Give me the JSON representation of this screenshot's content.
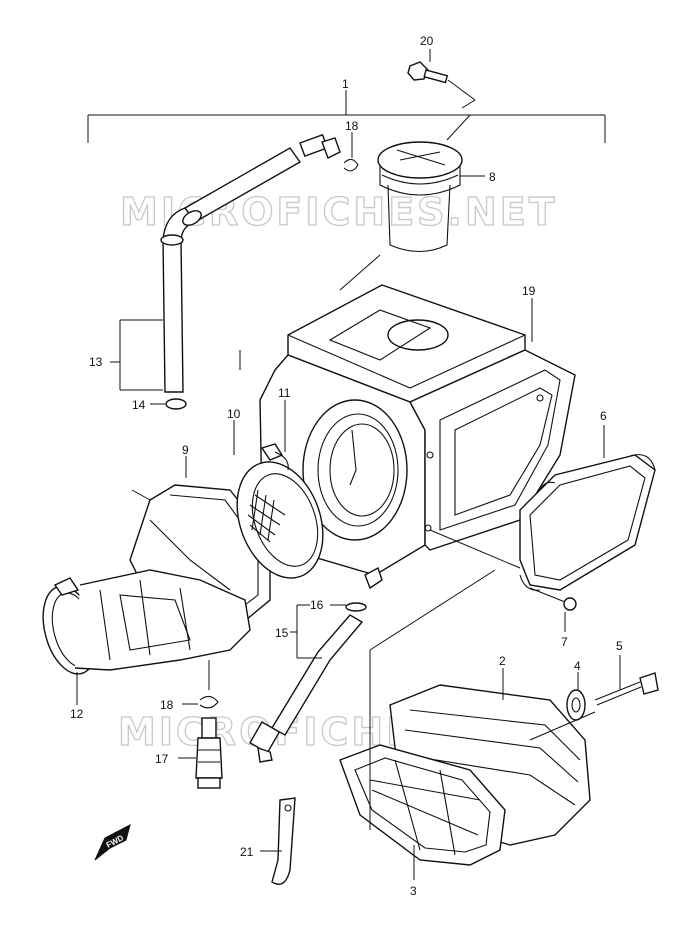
{
  "watermark": {
    "text": "MICROFICHES.NET"
  },
  "fwd_label": "FWD",
  "callouts": {
    "c1": "1",
    "c2": "2",
    "c3": "3",
    "c4": "4",
    "c5": "5",
    "c6": "6",
    "c7": "7",
    "c8": "8",
    "c9": "9",
    "c10": "10",
    "c11": "11",
    "c12": "12",
    "c13": "13",
    "c14": "14",
    "c15": "15",
    "c16": "16",
    "c17": "17",
    "c18a": "18",
    "c18b": "18",
    "c19": "19",
    "c20": "20",
    "c21": "21"
  },
  "colors": {
    "line": "#111111",
    "watermark": "#c8c8c8",
    "background": "#ffffff"
  }
}
